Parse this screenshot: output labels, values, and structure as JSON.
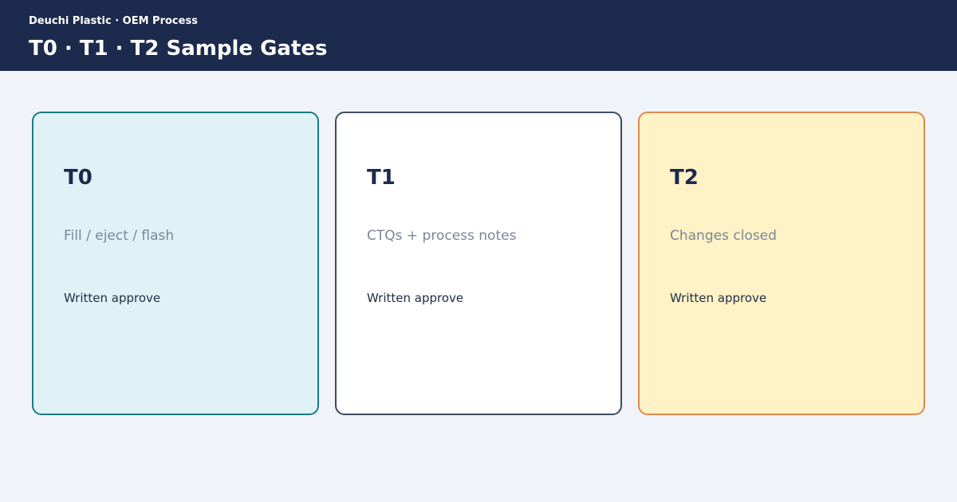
{
  "header": {
    "eyebrow": "Deuchi Plastic · OEM Process",
    "title": "T0  ·  T1  ·  T2  Sample Gates",
    "background": "#1c2a4d"
  },
  "stages": [
    {
      "label": "T0",
      "description": "Fill / eject / flash",
      "note": "Written approve",
      "fill": "#e0f2f5",
      "border": "#1a7a86"
    },
    {
      "label": "T1",
      "description": "CTQs + process notes",
      "note": "Written approve",
      "fill": "#ffffff",
      "border": "#3d4b60"
    },
    {
      "label": "T2",
      "description": "Changes closed",
      "note": "Written approve",
      "fill": "#fff2c6",
      "border": "#e0894a"
    }
  ]
}
